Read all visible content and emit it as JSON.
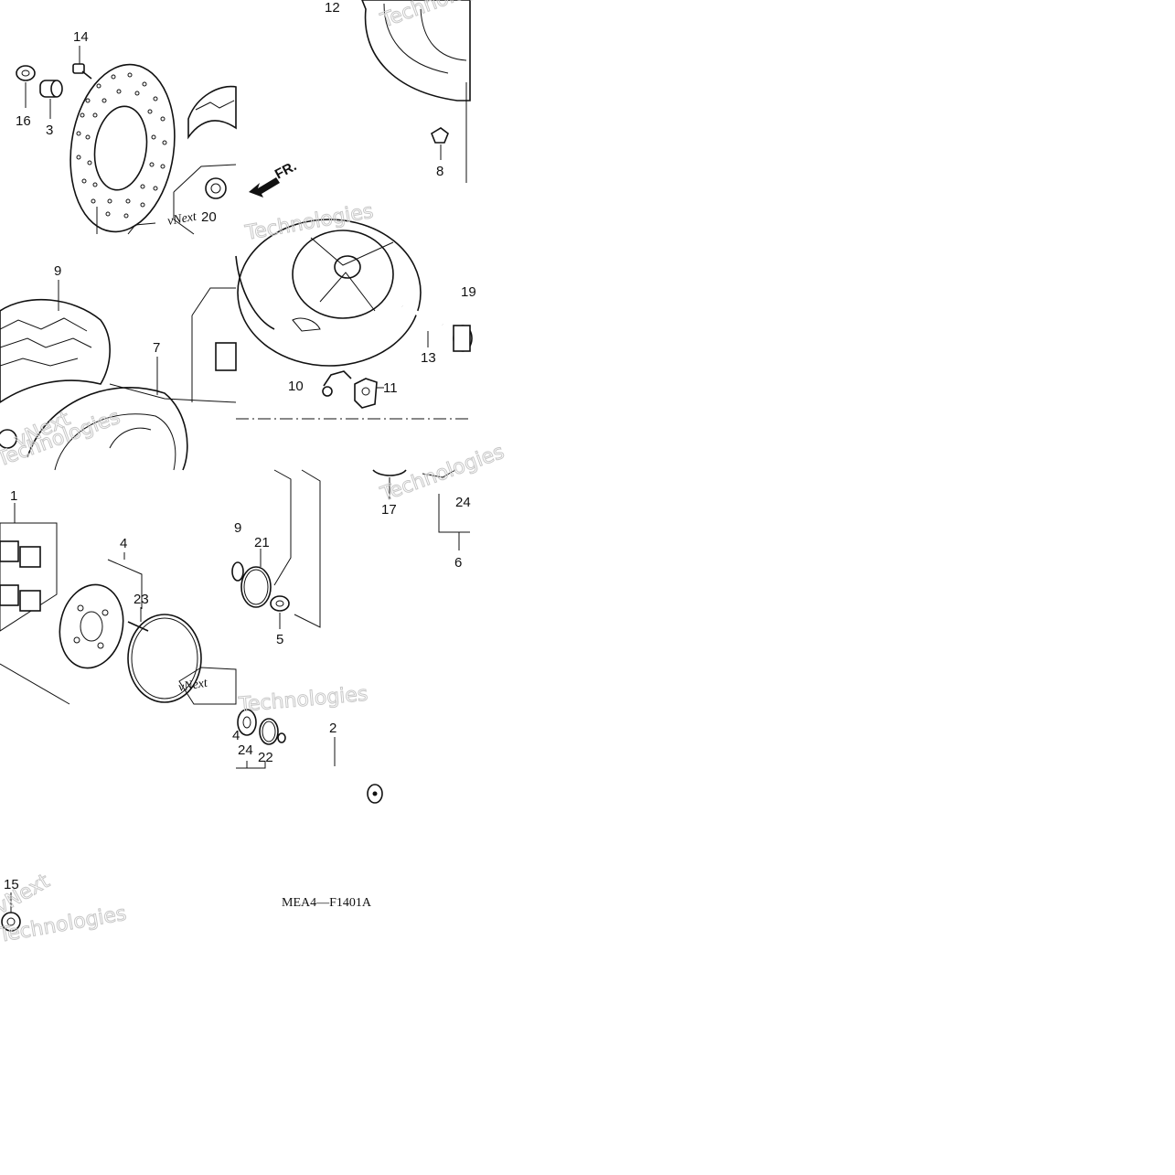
{
  "diagram": {
    "figure_code": "MEA4—F1401A",
    "direction_label": "FR.",
    "watermark_lines": [
      "vNext",
      "Technologies"
    ],
    "callouts": [
      {
        "id": "c12",
        "text": "12"
      },
      {
        "id": "c14",
        "text": "14"
      },
      {
        "id": "c16",
        "text": "16"
      },
      {
        "id": "c3",
        "text": "3"
      },
      {
        "id": "c8",
        "text": "8"
      },
      {
        "id": "c20",
        "text": "20"
      },
      {
        "id": "c9a",
        "text": "9"
      },
      {
        "id": "c7",
        "text": "7"
      },
      {
        "id": "c19",
        "text": "19"
      },
      {
        "id": "c13",
        "text": "13"
      },
      {
        "id": "c10",
        "text": "10"
      },
      {
        "id": "c11",
        "text": "11"
      },
      {
        "id": "c1",
        "text": "1"
      },
      {
        "id": "c4",
        "text": "4"
      },
      {
        "id": "c23",
        "text": "23"
      },
      {
        "id": "c9b",
        "text": "9"
      },
      {
        "id": "c21",
        "text": "21"
      },
      {
        "id": "c5",
        "text": "5"
      },
      {
        "id": "c17",
        "text": "17"
      },
      {
        "id": "c24a",
        "text": "24"
      },
      {
        "id": "c6",
        "text": "6"
      },
      {
        "id": "c2",
        "text": "2"
      },
      {
        "id": "c4b",
        "text": "4"
      },
      {
        "id": "c24b",
        "text": "24"
      },
      {
        "id": "c22",
        "text": "22"
      },
      {
        "id": "c15",
        "text": "15"
      }
    ]
  }
}
